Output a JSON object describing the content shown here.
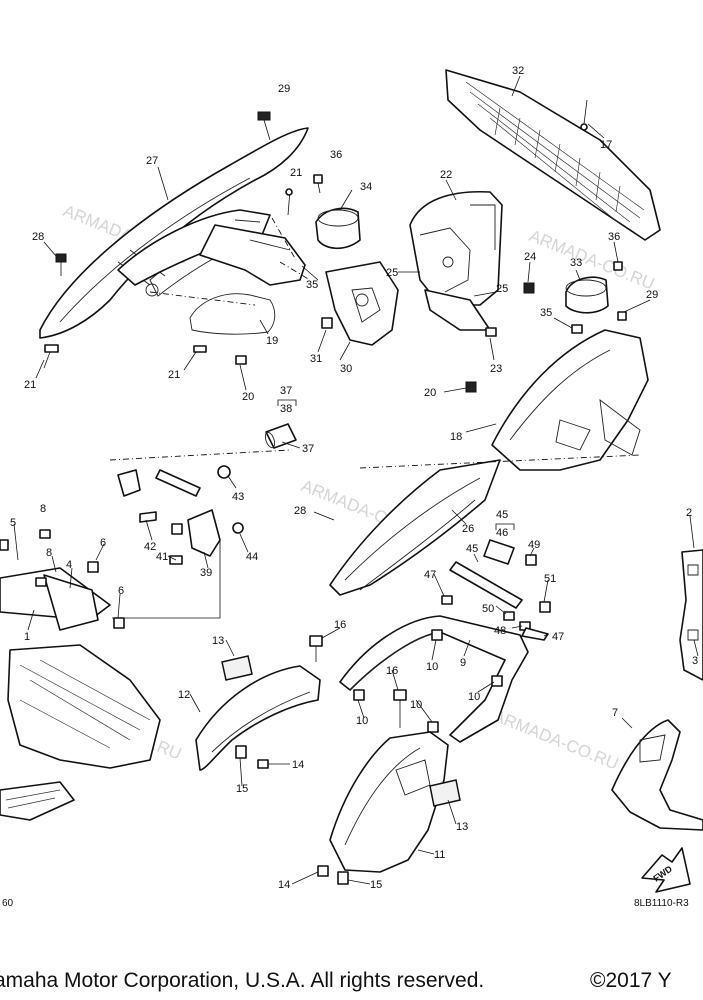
{
  "callouts": [
    {
      "id": "c29a",
      "text": "29"
    },
    {
      "id": "c27",
      "text": "27"
    },
    {
      "id": "c28a",
      "text": "28"
    },
    {
      "id": "c21a",
      "text": "21"
    },
    {
      "id": "c21b",
      "text": "21"
    },
    {
      "id": "c21c",
      "text": "21"
    },
    {
      "id": "c19",
      "text": "19"
    },
    {
      "id": "c20a",
      "text": "20"
    },
    {
      "id": "c36a",
      "text": "36"
    },
    {
      "id": "c34",
      "text": "34"
    },
    {
      "id": "c35a",
      "text": "35"
    },
    {
      "id": "c31",
      "text": "31"
    },
    {
      "id": "c30",
      "text": "30"
    },
    {
      "id": "c22",
      "text": "22"
    },
    {
      "id": "c25a",
      "text": "25"
    },
    {
      "id": "c25b",
      "text": "25"
    },
    {
      "id": "c24",
      "text": "24"
    },
    {
      "id": "c23",
      "text": "23"
    },
    {
      "id": "c32",
      "text": "32"
    },
    {
      "id": "c17",
      "text": "17"
    },
    {
      "id": "c36b",
      "text": "36"
    },
    {
      "id": "c33",
      "text": "33"
    },
    {
      "id": "c29b",
      "text": "29"
    },
    {
      "id": "c35b",
      "text": "35"
    },
    {
      "id": "c20b",
      "text": "20"
    },
    {
      "id": "c18",
      "text": "18"
    },
    {
      "id": "c37a",
      "text": "37"
    },
    {
      "id": "c38",
      "text": "38"
    },
    {
      "id": "c37b",
      "text": "37"
    },
    {
      "id": "c43",
      "text": "43"
    },
    {
      "id": "c42",
      "text": "42"
    },
    {
      "id": "c41",
      "text": "41"
    },
    {
      "id": "c39",
      "text": "39"
    },
    {
      "id": "c44",
      "text": "44"
    },
    {
      "id": "c28b",
      "text": "28"
    },
    {
      "id": "c26",
      "text": "26"
    },
    {
      "id": "c5",
      "text": "5"
    },
    {
      "id": "c8a",
      "text": "8"
    },
    {
      "id": "c8b",
      "text": "8"
    },
    {
      "id": "c6a",
      "text": "6"
    },
    {
      "id": "c6b",
      "text": "6"
    },
    {
      "id": "c4",
      "text": "4"
    },
    {
      "id": "c1",
      "text": "1"
    },
    {
      "id": "c2",
      "text": "2"
    },
    {
      "id": "c3",
      "text": "3"
    },
    {
      "id": "c45a",
      "text": "45"
    },
    {
      "id": "c46",
      "text": "46"
    },
    {
      "id": "c45b",
      "text": "45"
    },
    {
      "id": "c49",
      "text": "49"
    },
    {
      "id": "c47a",
      "text": "47"
    },
    {
      "id": "c51",
      "text": "51"
    },
    {
      "id": "c50",
      "text": "50"
    },
    {
      "id": "c48",
      "text": "48"
    },
    {
      "id": "c47b",
      "text": "47"
    },
    {
      "id": "c9",
      "text": "9"
    },
    {
      "id": "c10a",
      "text": "10"
    },
    {
      "id": "c10b",
      "text": "10"
    },
    {
      "id": "c10c",
      "text": "10"
    },
    {
      "id": "c10d",
      "text": "10"
    },
    {
      "id": "c16a",
      "text": "16"
    },
    {
      "id": "c16b",
      "text": "16"
    },
    {
      "id": "c13a",
      "text": "13"
    },
    {
      "id": "c13b",
      "text": "13"
    },
    {
      "id": "c12",
      "text": "12"
    },
    {
      "id": "c14a",
      "text": "14"
    },
    {
      "id": "c14b",
      "text": "14"
    },
    {
      "id": "c15a",
      "text": "15"
    },
    {
      "id": "c15b",
      "text": "15"
    },
    {
      "id": "c11",
      "text": "11"
    },
    {
      "id": "c7",
      "text": "7"
    }
  ],
  "watermark": "ARMADA-CO.RU",
  "fwd_label": "FWD",
  "left_page_code": "60",
  "diagram_code": "8LB1110-R3",
  "copyright_left": "amaha Motor Corporation, U.S.A. All rights reserved.",
  "copyright_right": "©2017 Y"
}
